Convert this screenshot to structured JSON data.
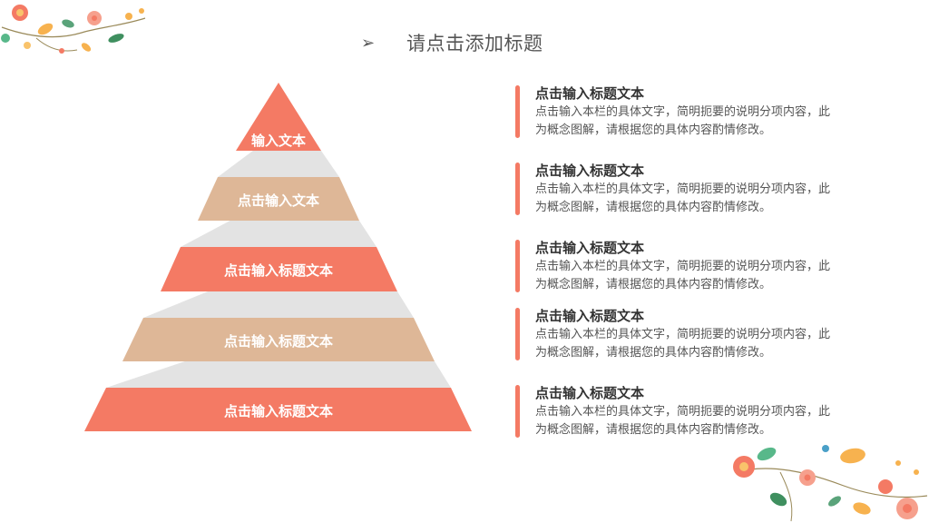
{
  "title": {
    "arrow": "➢",
    "text": "请点击添加标题"
  },
  "colors": {
    "coral": "#f47a64",
    "tan": "#deb797",
    "shadow": "#e3e3e3",
    "accent_bar": "#f47a64"
  },
  "pyramid": {
    "levels": [
      {
        "label": "输入文本",
        "color": "#f47a64"
      },
      {
        "label": "点击输入文本",
        "color": "#deb797"
      },
      {
        "label": "点击输入标题文本",
        "color": "#f47a64"
      },
      {
        "label": "点击输入标题文本",
        "color": "#deb797"
      },
      {
        "label": "点击输入标题文本",
        "color": "#f47a64"
      }
    ]
  },
  "items": [
    {
      "heading": "点击输入标题文本",
      "body": "点击输入本栏的具体文字，简明扼要的说明分项内容，此为概念图解，请根据您的具体内容酌情修改。"
    },
    {
      "heading": "点击输入标题文本",
      "body": "点击输入本栏的具体文字，简明扼要的说明分项内容，此为概念图解，请根据您的具体内容酌情修改。"
    },
    {
      "heading": "点击输入标题文本",
      "body": "点击输入本栏的具体文字，简明扼要的说明分项内容，此为概念图解，请根据您的具体内容酌情修改。"
    },
    {
      "heading": "点击输入标题文本",
      "body": "点击输入本栏的具体文字，简明扼要的说明分项内容，此为概念图解，请根据您的具体内容酌情修改。"
    },
    {
      "heading": "点击输入标题文本",
      "body": "点击输入本栏的具体文字，简明扼要的说明分项内容，此为概念图解，请根据您的具体内容酌情修改。"
    }
  ]
}
